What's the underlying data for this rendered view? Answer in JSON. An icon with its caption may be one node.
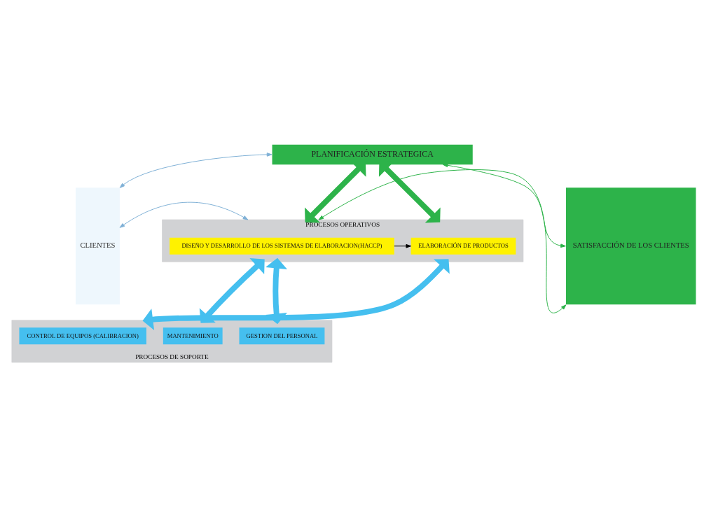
{
  "diagram": {
    "nodes": [
      {
        "text": [
          "CLIENTES"
        ]
      },
      {
        "text": [
          "PLANIFICACIÓN ESTRATEGICA"
        ]
      },
      {
        "text": [
          "SATISFACCIÓN DE LOS CLIENTES"
        ]
      },
      {
        "text": [
          "PROCESOS OPERATIVOS"
        ]
      },
      {
        "text": [
          "DISEÑO Y DESARROLLO DE LOS SISTEMAS DE ELABORACION(HACCP)"
        ],
        "in": 3
      },
      {
        "text": [
          "ELABORACIÓN DE PRODUCTOS"
        ],
        "in": 3
      },
      {
        "text": [
          "PROCESOS DE SOPORTE"
        ]
      },
      {
        "text": [
          "GESTION DEL PERSONAL"
        ],
        "in": 6
      },
      {
        "text": [
          "MANTENIMIENTO"
        ],
        "in": 6
      },
      {
        "text": [
          "CONTROL DE EQUIPOS (CALIBRACION)"
        ],
        "in": 6
      }
    ],
    "edges": [
      {
        "from": 0,
        "to": 1,
        "arrow": "both",
        "color": "#7fb0d6"
      },
      {
        "from": 1,
        "to": 2,
        "arrow": "both",
        "color": "#2db34a"
      },
      {
        "from": 1,
        "to": 3,
        "arrow": "both",
        "style": "thick",
        "color": "#2db34a"
      },
      {
        "from": 1,
        "to": 3,
        "arrow": "both",
        "style": "thick",
        "color": "#2db34a"
      },
      {
        "from": 0,
        "to": 3,
        "arrow": "both",
        "color": "#7fb0d6"
      },
      {
        "from": 3,
        "to": 2,
        "arrow": "both",
        "color": "#2db34a"
      },
      {
        "from": 4,
        "to": 5,
        "arrow": "to",
        "color": "#000000"
      },
      {
        "from": 6,
        "to": 3,
        "arrow": "both",
        "style": "thick",
        "color": "#45bfef"
      },
      {
        "from": 6,
        "to": 3,
        "arrow": "both",
        "style": "thick",
        "color": "#45bfef"
      },
      {
        "from": 6,
        "to": 3,
        "arrow": "both",
        "style": "thick",
        "color": "#45bfef"
      }
    ]
  }
}
